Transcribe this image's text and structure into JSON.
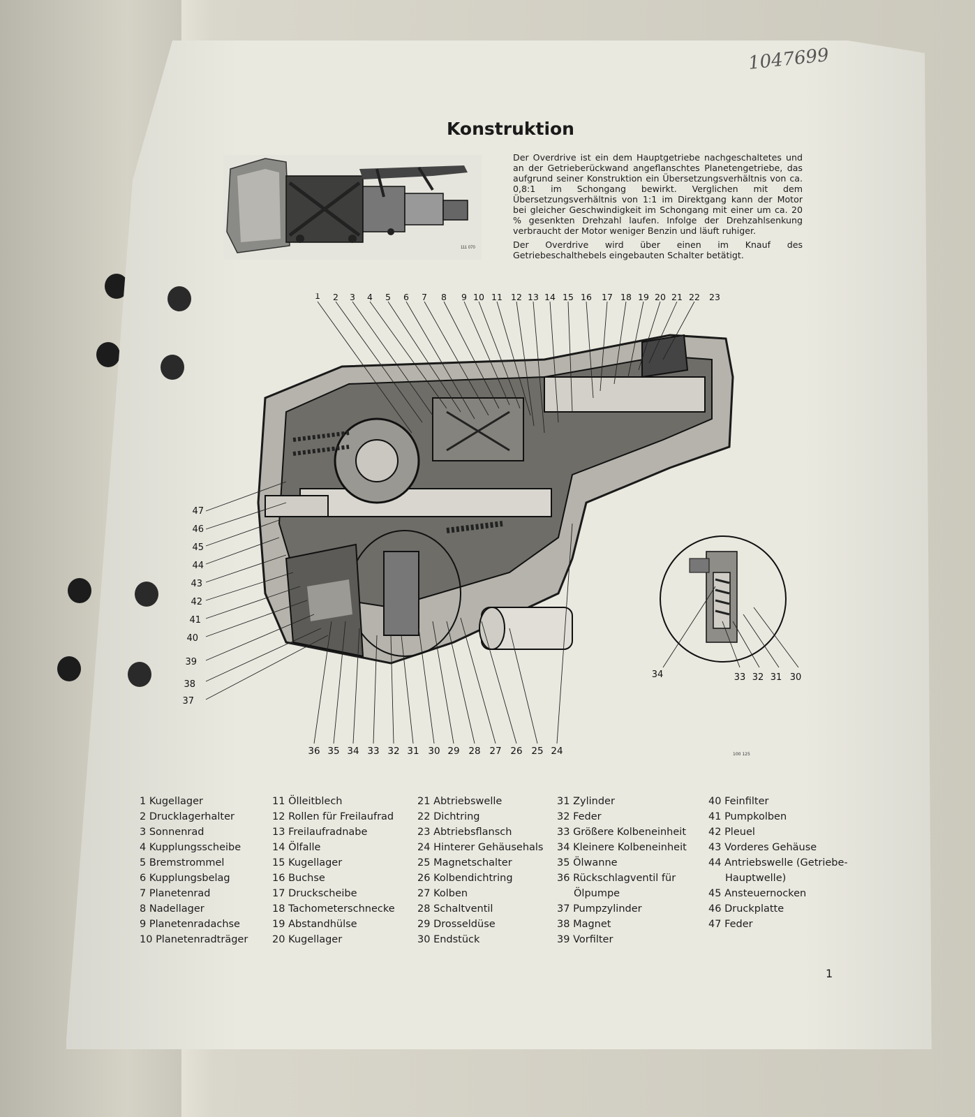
{
  "handwritten_note": "1047699",
  "page": {
    "title": "Konstruktion",
    "intro_paragraphs": [
      "Der Overdrive ist ein dem Hauptgetriebe nachgeschaltetes und an der Getrieberückwand angeflanschtes Planetengetriebe, das aufgrund seiner Konstruktion ein Übersetzungsverhältnis von ca. 0,8:1 im Schongang bewirkt. Verglichen mit dem Übersetzungsverhältnis von 1:1 im Direktgang kann der Motor bei gleicher Geschwindigkeit im Schongang mit einer um ca. 20 % gesenkten Drehzahl laufen. Infolge der Drehzahlsenkung verbraucht der Motor weniger Benzin und läuft ruhiger.",
      "Der Overdrive wird über einen im Knauf des Getriebeschalthebels eingebauten Schalter betätigt."
    ],
    "photo_code": "111 070",
    "diagram_code": "100 125",
    "page_number": "1"
  },
  "callouts": {
    "top": [
      "1",
      "2",
      "3",
      "4",
      "5",
      "6",
      "7",
      "8",
      "9",
      "10",
      "11",
      "12",
      "13",
      "14",
      "15",
      "16",
      "17",
      "18",
      "19",
      "20",
      "21",
      "22",
      "23"
    ],
    "bottom": [
      "36",
      "35",
      "34",
      "33",
      "32",
      "31",
      "30",
      "29",
      "28",
      "27",
      "26",
      "25",
      "24"
    ],
    "left": [
      "47",
      "46",
      "45",
      "44",
      "43",
      "42",
      "41",
      "40",
      "39",
      "38",
      "37"
    ],
    "inset": [
      "34",
      "33",
      "32",
      "31",
      "30"
    ]
  },
  "legend": [
    {
      "num": "1",
      "label": "Kugellager"
    },
    {
      "num": "2",
      "label": "Drucklagerhalter"
    },
    {
      "num": "3",
      "label": "Sonnenrad"
    },
    {
      "num": "4",
      "label": "Kupplungsscheibe"
    },
    {
      "num": "5",
      "label": "Bremstrommel"
    },
    {
      "num": "6",
      "label": "Kupplungsbelag"
    },
    {
      "num": "7",
      "label": "Planetenrad"
    },
    {
      "num": "8",
      "label": "Nadellager"
    },
    {
      "num": "9",
      "label": "Planetenradachse"
    },
    {
      "num": "10",
      "label": "Planetenradträger"
    },
    {
      "num": "11",
      "label": "Ölleitblech"
    },
    {
      "num": "12",
      "label": "Rollen für Freilaufrad"
    },
    {
      "num": "13",
      "label": "Freilaufradnabe"
    },
    {
      "num": "14",
      "label": "Ölfalle"
    },
    {
      "num": "15",
      "label": "Kugellager"
    },
    {
      "num": "16",
      "label": "Buchse"
    },
    {
      "num": "17",
      "label": "Druckscheibe"
    },
    {
      "num": "18",
      "label": "Tachometerschnecke"
    },
    {
      "num": "19",
      "label": "Abstandhülse"
    },
    {
      "num": "20",
      "label": "Kugellager"
    },
    {
      "num": "21",
      "label": "Abtriebswelle"
    },
    {
      "num": "22",
      "label": "Dichtring"
    },
    {
      "num": "23",
      "label": "Abtriebsflansch"
    },
    {
      "num": "24",
      "label": "Hinterer Gehäusehals"
    },
    {
      "num": "25",
      "label": "Magnetschalter"
    },
    {
      "num": "26",
      "label": "Kolbendichtring"
    },
    {
      "num": "27",
      "label": "Kolben"
    },
    {
      "num": "28",
      "label": "Schaltventil"
    },
    {
      "num": "29",
      "label": "Drosseldüse"
    },
    {
      "num": "30",
      "label": "Endstück"
    },
    {
      "num": "31",
      "label": "Zylinder"
    },
    {
      "num": "32",
      "label": "Feder"
    },
    {
      "num": "33",
      "label": "Größere Kolbeneinheit"
    },
    {
      "num": "34",
      "label": "Kleinere Kolbeneinheit"
    },
    {
      "num": "35",
      "label": "Ölwanne"
    },
    {
      "num": "36",
      "label": "Rückschlagventil für",
      "label2": "Ölpumpe"
    },
    {
      "num": "37",
      "label": "Pumpzylinder"
    },
    {
      "num": "38",
      "label": "Magnet"
    },
    {
      "num": "39",
      "label": "Vorfilter"
    },
    {
      "num": "40",
      "label": "Feinfilter"
    },
    {
      "num": "41",
      "label": "Pumpkolben"
    },
    {
      "num": "42",
      "label": "Pleuel"
    },
    {
      "num": "43",
      "label": "Vorderes Gehäuse"
    },
    {
      "num": "44",
      "label": "Antriebswelle (Getriebe-",
      "label2": "Hauptwelle)"
    },
    {
      "num": "45",
      "label": "Ansteuernocken"
    },
    {
      "num": "46",
      "label": "Druckplatte"
    },
    {
      "num": "47",
      "label": "Feder"
    }
  ]
}
